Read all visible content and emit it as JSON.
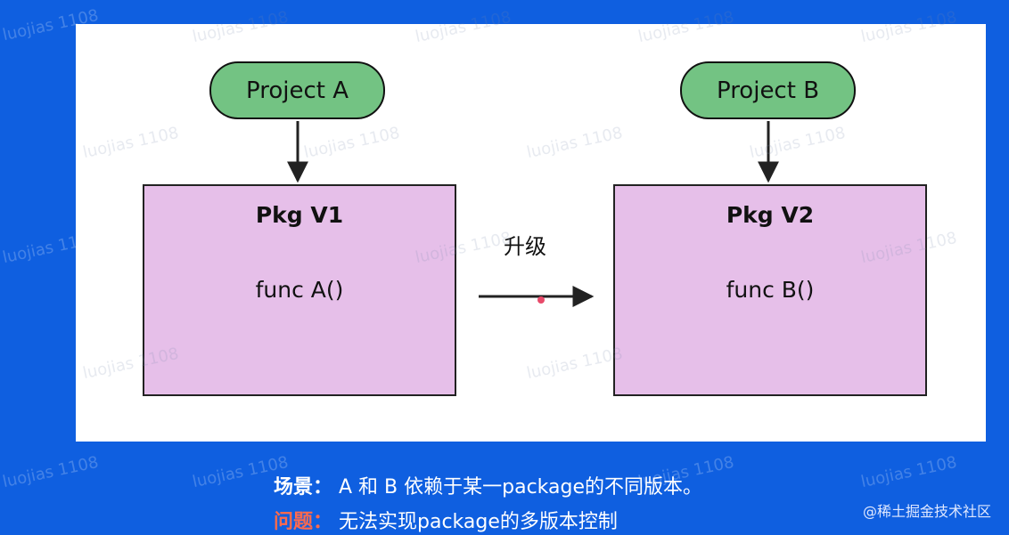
{
  "diagram": {
    "project_a": "Project A",
    "project_b": "Project B",
    "pkg_v1": {
      "title": "Pkg V1",
      "func": "func A()"
    },
    "pkg_v2": {
      "title": "Pkg V2",
      "func": "func B()"
    },
    "upgrade_label": "升级"
  },
  "captions": {
    "scene_tag": "场景：",
    "scene_text": "A 和 B 依赖于某一package的不同版本。",
    "problem_tag": "问题：",
    "problem_text": "无法实现package的多版本控制"
  },
  "watermark": "luojias 1108",
  "brand": "@稀土掘金技术社区",
  "colors": {
    "background": "#0f5fe0",
    "project_fill": "#73c383",
    "pkg_fill": "#e6bfe9",
    "problem_tag": "#ff6a4d"
  }
}
